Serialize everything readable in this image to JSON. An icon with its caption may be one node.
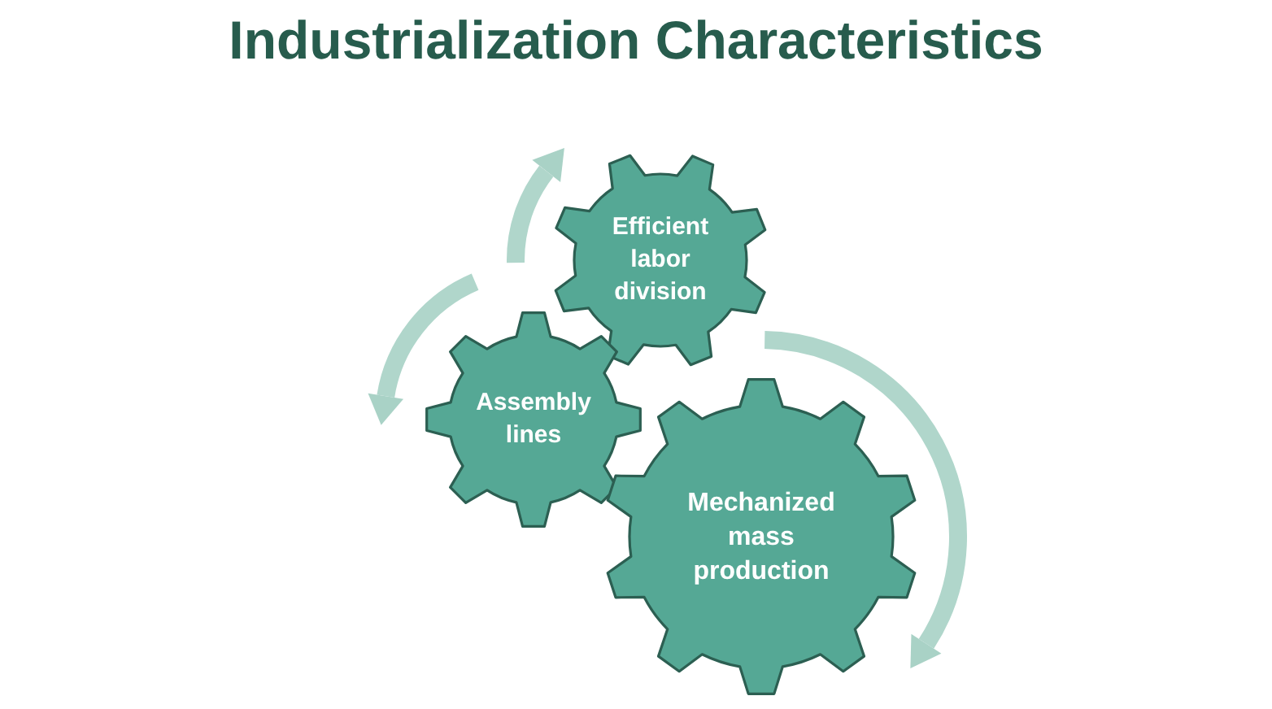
{
  "diagram": {
    "title": "Industrialization Characteristics",
    "nodes": [
      {
        "text": [
          "Efficient labor division"
        ]
      },
      {
        "text": [
          "Assembly lines"
        ]
      },
      {
        "text": [
          "Mechanized mass production"
        ]
      }
    ]
  }
}
